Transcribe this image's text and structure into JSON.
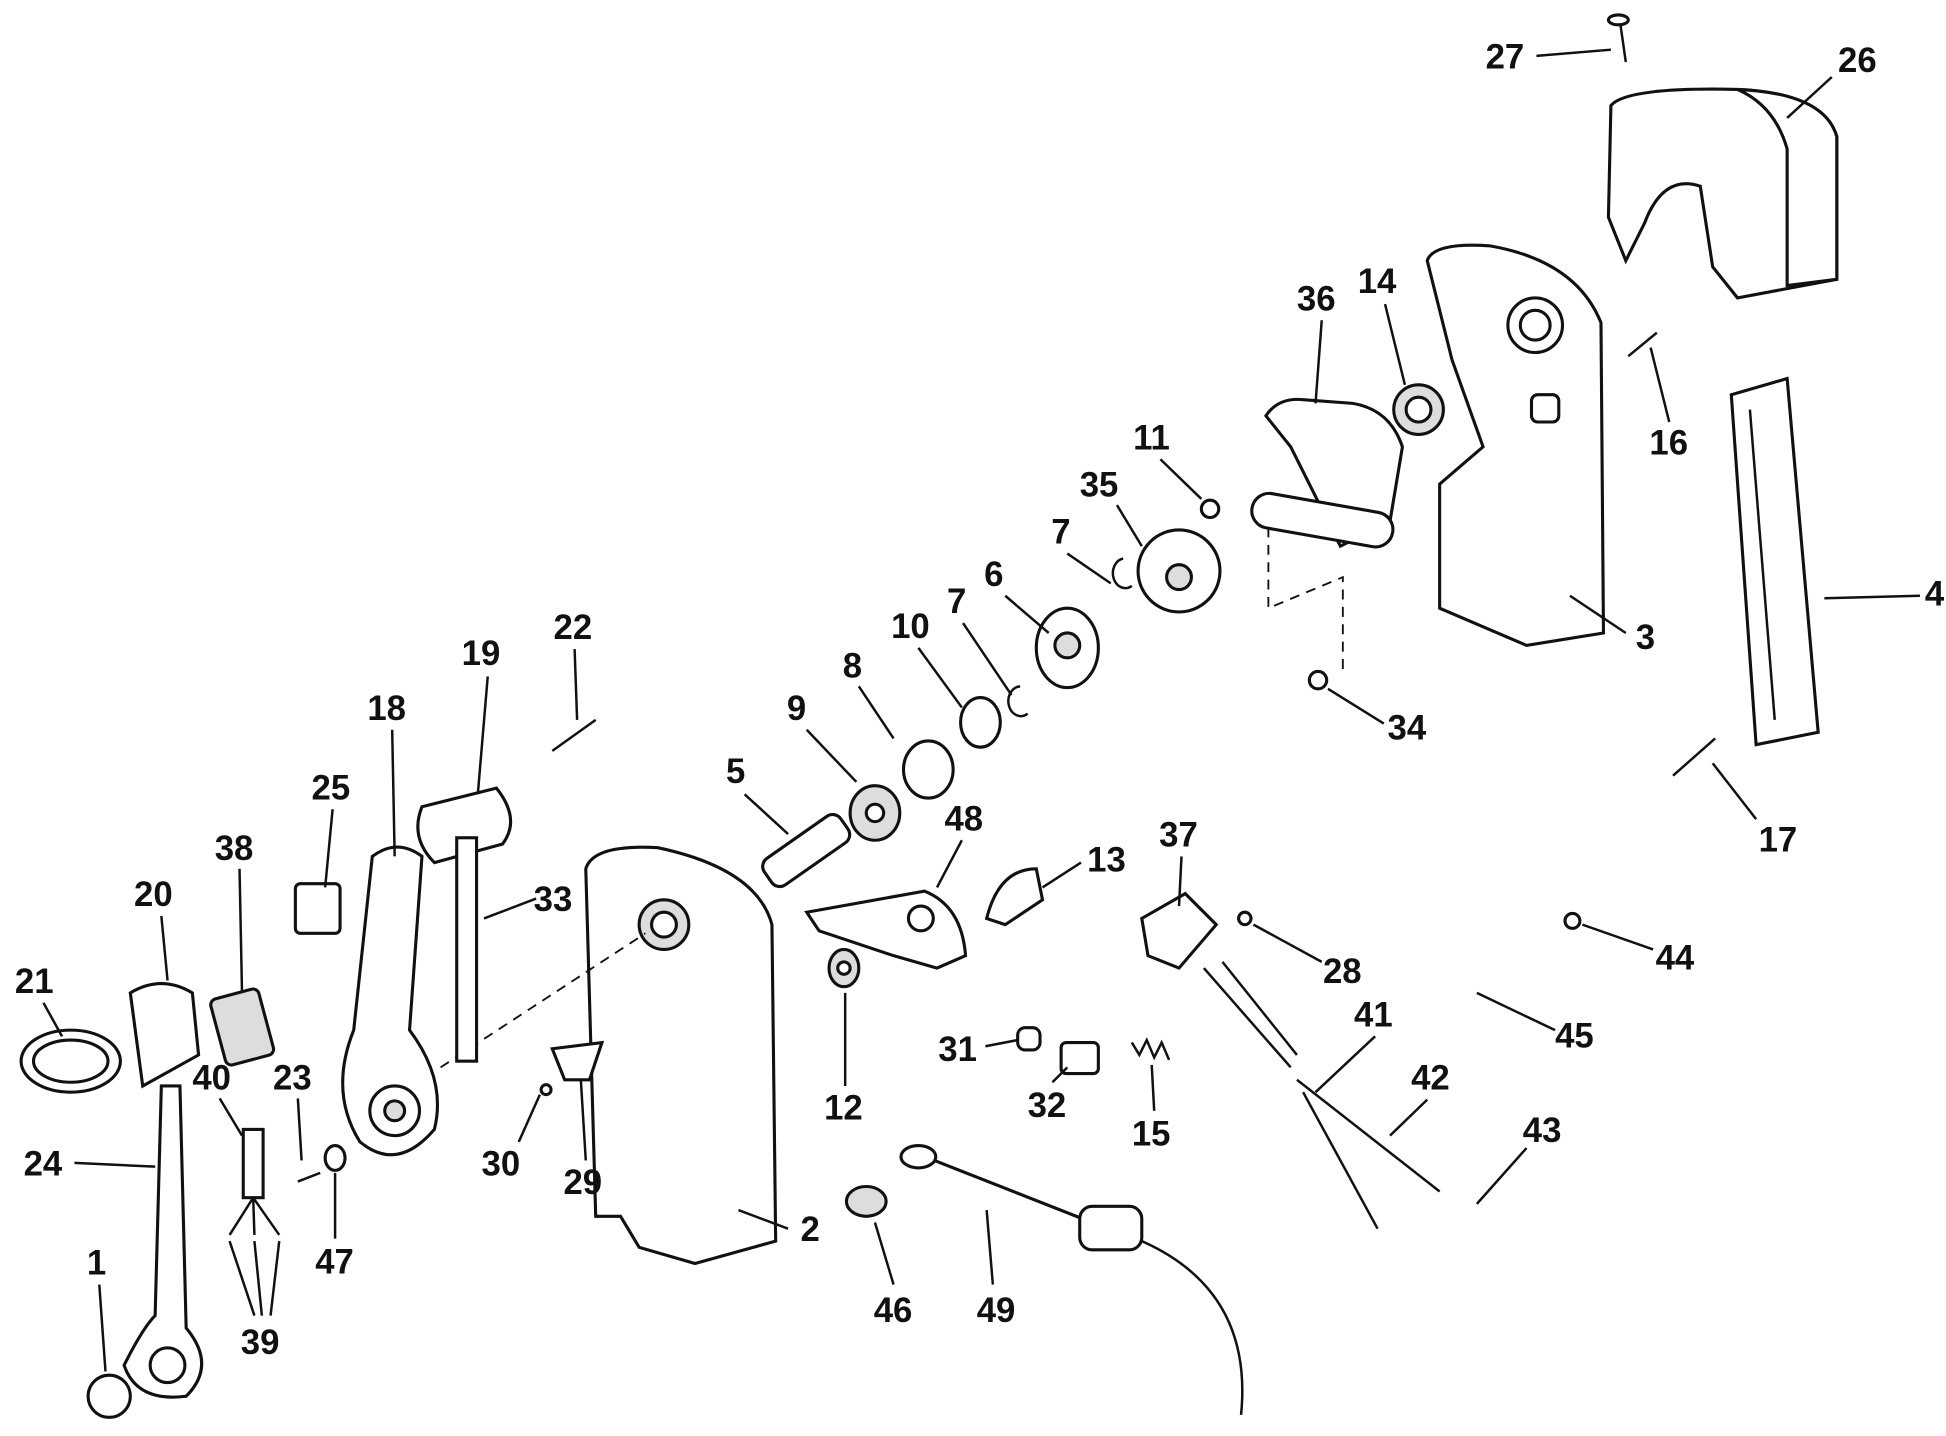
{
  "diagram": {
    "type": "exploded-parts-diagram",
    "labels": {
      "p1": "1",
      "p2": "2",
      "p3": "3",
      "p4": "4",
      "p5": "5",
      "p6": "6",
      "p7a": "7",
      "p7b": "7",
      "p8": "8",
      "p9": "9",
      "p10": "10",
      "p11": "11",
      "p12": "12",
      "p13": "13",
      "p14": "14",
      "p15": "15",
      "p16": "16",
      "p17": "17",
      "p18": "18",
      "p19": "19",
      "p20": "20",
      "p21": "21",
      "p22": "22",
      "p23": "23",
      "p24": "24",
      "p25": "25",
      "p26": "26",
      "p27": "27",
      "p28": "28",
      "p29": "29",
      "p30": "30",
      "p31": "31",
      "p32": "32",
      "p33": "33",
      "p34": "34",
      "p35": "35",
      "p36": "36",
      "p37": "37",
      "p38": "38",
      "p39": "39",
      "p40": "40",
      "p41": "41",
      "p42": "42",
      "p43": "43",
      "p44": "44",
      "p45": "45",
      "p46": "46",
      "p47": "47",
      "p48": "48",
      "p49": "49"
    }
  }
}
